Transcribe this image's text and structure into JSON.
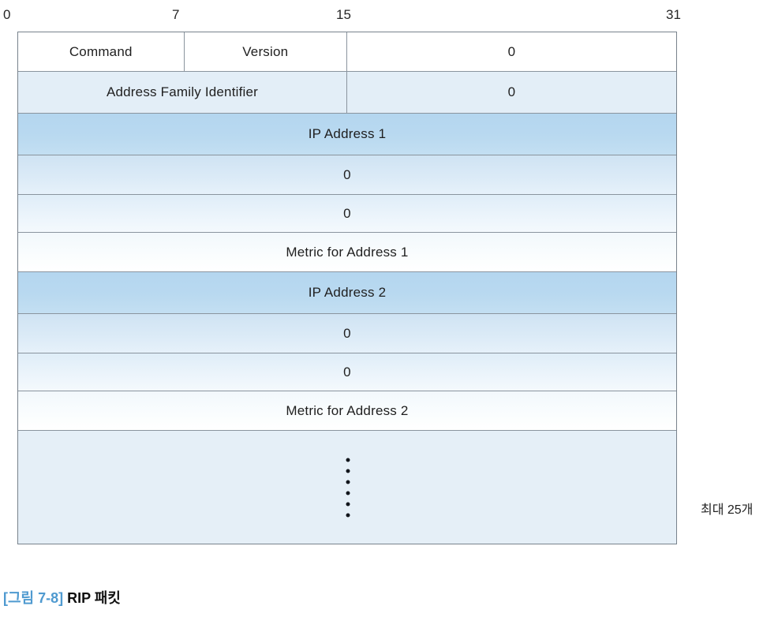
{
  "figure": {
    "caption_number": "[그림 7-8]",
    "caption_title": "RIP 패킷",
    "side_note": "최대 25개"
  },
  "bit_ruler": {
    "ticks": [
      "0",
      "7",
      "15",
      "31"
    ]
  },
  "packet": {
    "rows": [
      {
        "id": "header-row-1",
        "cells": [
          {
            "label": "Command",
            "bits": "0-7"
          },
          {
            "label": "Version",
            "bits": "7-15"
          },
          {
            "label": "0",
            "bits": "15-31"
          }
        ]
      },
      {
        "id": "header-row-2",
        "cells": [
          {
            "label": "Address Family Identifier",
            "bits": "0-15"
          },
          {
            "label": "0",
            "bits": "15-31"
          }
        ]
      },
      {
        "id": "ip-address-1",
        "label": "IP Address 1"
      },
      {
        "id": "entry1-zero-a",
        "label": "0"
      },
      {
        "id": "entry1-zero-b",
        "label": "0"
      },
      {
        "id": "metric-address-1",
        "label": "Metric for Address 1"
      },
      {
        "id": "ip-address-2",
        "label": "IP Address 2"
      },
      {
        "id": "entry2-zero-a",
        "label": "0"
      },
      {
        "id": "entry2-zero-b",
        "label": "0"
      },
      {
        "id": "metric-address-2",
        "label": "Metric for Address 2"
      },
      {
        "id": "ellipsis-row",
        "label": ""
      }
    ]
  },
  "colors": {
    "border": "#8a949e",
    "pale_blue": "#e3eef7",
    "ip_blue": "#b4d6ef",
    "caption_accent": "#4f9ad0"
  }
}
